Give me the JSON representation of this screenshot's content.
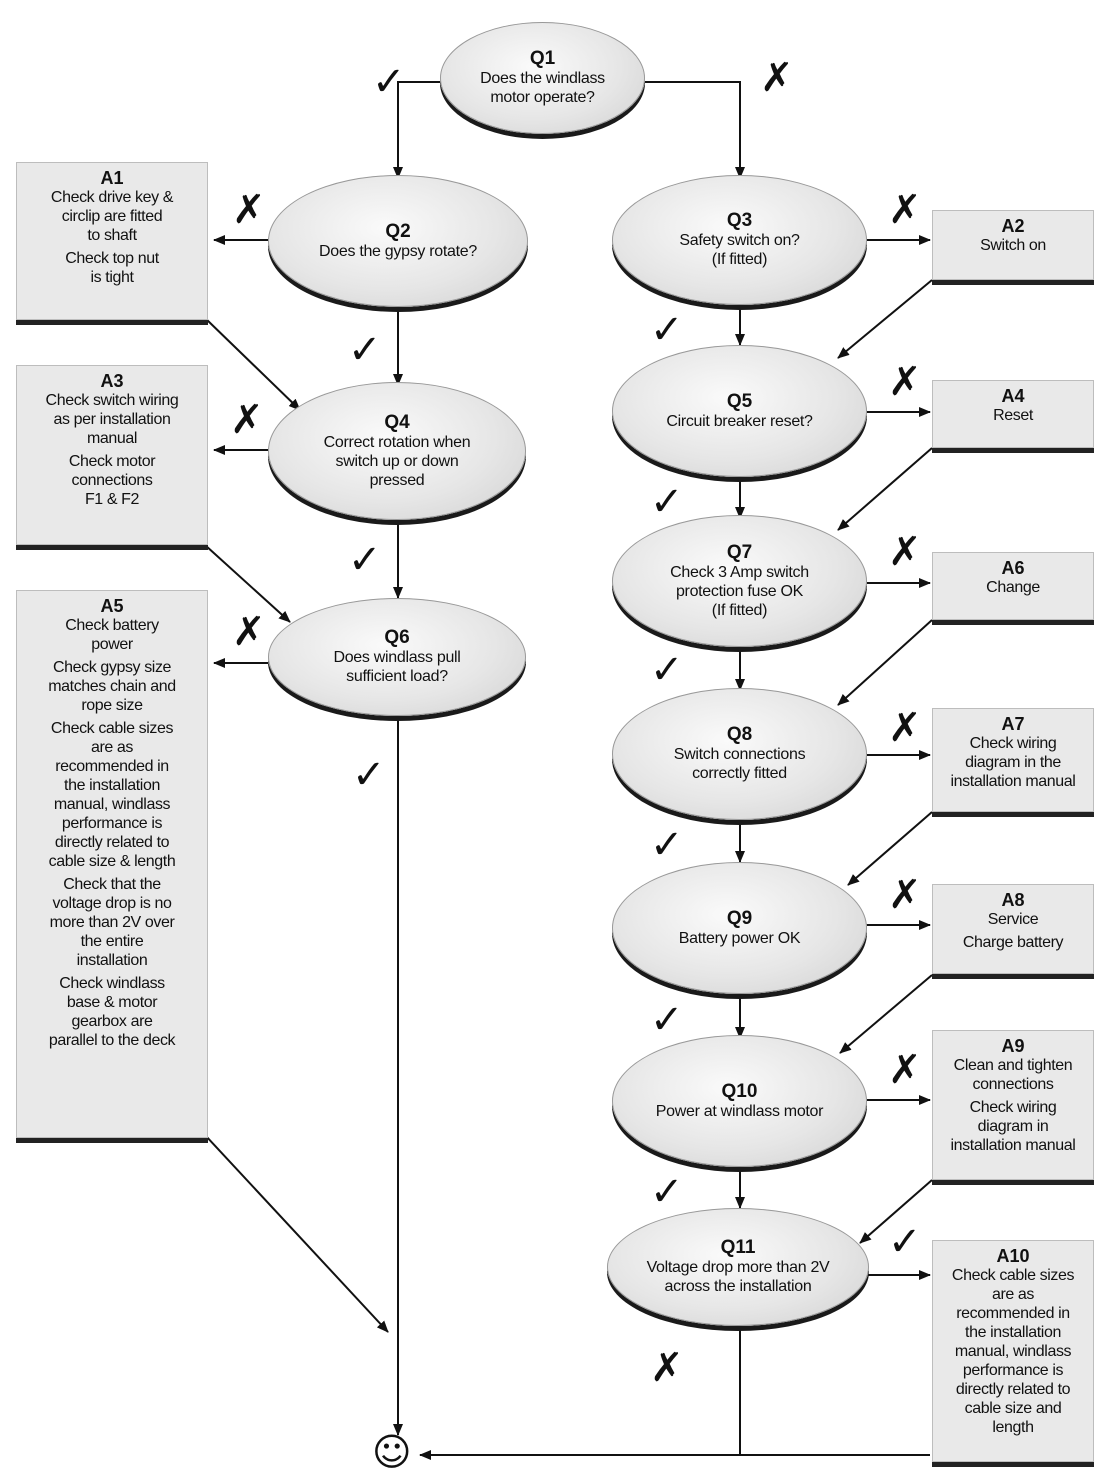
{
  "nodes": {
    "q1": {
      "id": "Q1",
      "text": "Does the windlass\nmotor operate?"
    },
    "q2": {
      "id": "Q2",
      "text": "Does the gypsy rotate?"
    },
    "q3": {
      "id": "Q3",
      "text": "Safety switch on?\n(If fitted)"
    },
    "q4": {
      "id": "Q4",
      "text": "Correct rotation when\nswitch up or down\npressed"
    },
    "q5": {
      "id": "Q5",
      "text": "Circuit breaker reset?"
    },
    "q6": {
      "id": "Q6",
      "text": "Does windlass pull\nsufficient load?"
    },
    "q7": {
      "id": "Q7",
      "text": "Check 3 Amp switch\nprotection fuse OK\n(If fitted)"
    },
    "q8": {
      "id": "Q8",
      "text": "Switch connections\ncorrectly fitted"
    },
    "q9": {
      "id": "Q9",
      "text": "Battery power OK"
    },
    "q10": {
      "id": "Q10",
      "text": "Power at windlass motor"
    },
    "q11": {
      "id": "Q11",
      "text": "Voltage drop more than 2V\nacross the installation"
    }
  },
  "answers": {
    "a1": {
      "id": "A1",
      "lines": [
        "Check drive key &\ncirclip are fitted\nto shaft",
        "Check top nut\nis tight"
      ]
    },
    "a2": {
      "id": "A2",
      "lines": [
        "Switch on"
      ]
    },
    "a3": {
      "id": "A3",
      "lines": [
        "Check switch wiring\nas per installation\nmanual",
        "Check motor\nconnections\nF1 & F2"
      ]
    },
    "a4": {
      "id": "A4",
      "lines": [
        "Reset"
      ]
    },
    "a5": {
      "id": "A5",
      "lines": [
        "Check battery\npower",
        "Check gypsy size\nmatches chain and\nrope size",
        "Check cable sizes\nare as\nrecommended in\nthe installation\nmanual, windlass\nperformance is\ndirectly related to\ncable size & length",
        "Check that the\nvoltage drop is no\nmore than 2V over\nthe entire\ninstallation",
        "Check windlass\nbase & motor\ngearbox are\nparallel to the deck"
      ]
    },
    "a6": {
      "id": "A6",
      "lines": [
        "Change"
      ]
    },
    "a7": {
      "id": "A7",
      "lines": [
        "Check wiring\ndiagram in the\ninstallation manual"
      ]
    },
    "a8": {
      "id": "A8",
      "lines": [
        "Service",
        "Charge battery"
      ]
    },
    "a9": {
      "id": "A9",
      "lines": [
        "Clean and tighten\nconnections",
        "Check wiring\ndiagram in\ninstallation manual"
      ]
    },
    "a10": {
      "id": "A10",
      "lines": [
        "Check cable sizes\nare as\nrecommended in\nthe installation\nmanual, windlass\nperformance is\ndirectly related to\ncable size and\nlength"
      ]
    }
  },
  "marks": {
    "yes": "✓",
    "no": "✗",
    "end": "☺"
  }
}
